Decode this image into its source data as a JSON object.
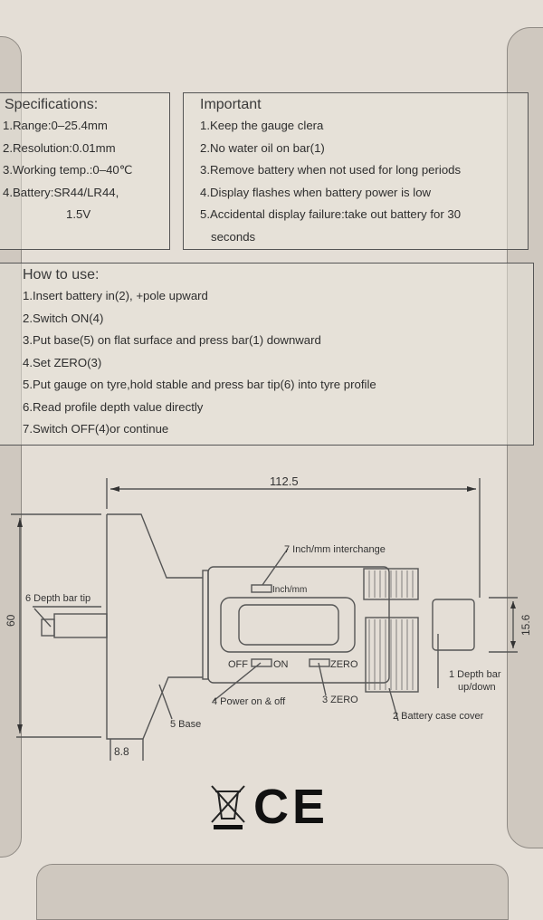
{
  "specifications": {
    "title": "Specifications:",
    "items": [
      "1.Range:0–25.4mm",
      "2.Resolution:0.01mm",
      "3.Working temp.:0–40℃",
      "4.Battery:SR44/LR44,",
      "1.5V"
    ]
  },
  "important": {
    "title": "Important",
    "items": [
      "1.Keep the gauge clera",
      "2.No water oil on bar(1)",
      "3.Remove battery when not used for long periods",
      "4.Display flashes when battery power is low",
      "5.Accidental display failure:take out battery for 30",
      "seconds"
    ]
  },
  "how_to_use": {
    "title": "How to use:",
    "steps": [
      "1.Insert battery in(2), +pole upward",
      "2.Switch ON(4)",
      "3.Put base(5) on flat surface and press bar(1) downward",
      "4.Set ZERO(3)",
      "5.Put gauge on tyre,hold stable and press bar tip(6)  into tyre profile",
      "6.Read profile depth value directly",
      "7.Switch OFF(4)or continue"
    ]
  },
  "diagram": {
    "dim_length": "112.5",
    "dim_height": "60",
    "dim_base": "8.8",
    "dim_bar": "15.6",
    "labels": {
      "inch_mm_interchange": "7 Inch/mm interchange",
      "inch_mm": "Inch/mm",
      "depth_bar_tip": "6 Depth bar tip",
      "off": "OFF",
      "on": "ON",
      "zero_button": "ZERO",
      "power": "4 Power on & off",
      "zero": "3 ZERO",
      "base": "5 Base",
      "battery": "2 Battery case cover",
      "depth_bar_line1": "1 Depth bar",
      "depth_bar_line2": "up/down"
    }
  },
  "marks": {
    "weee_icon": "crossed-out-wheelie-bin",
    "ce_mark": "CE"
  }
}
